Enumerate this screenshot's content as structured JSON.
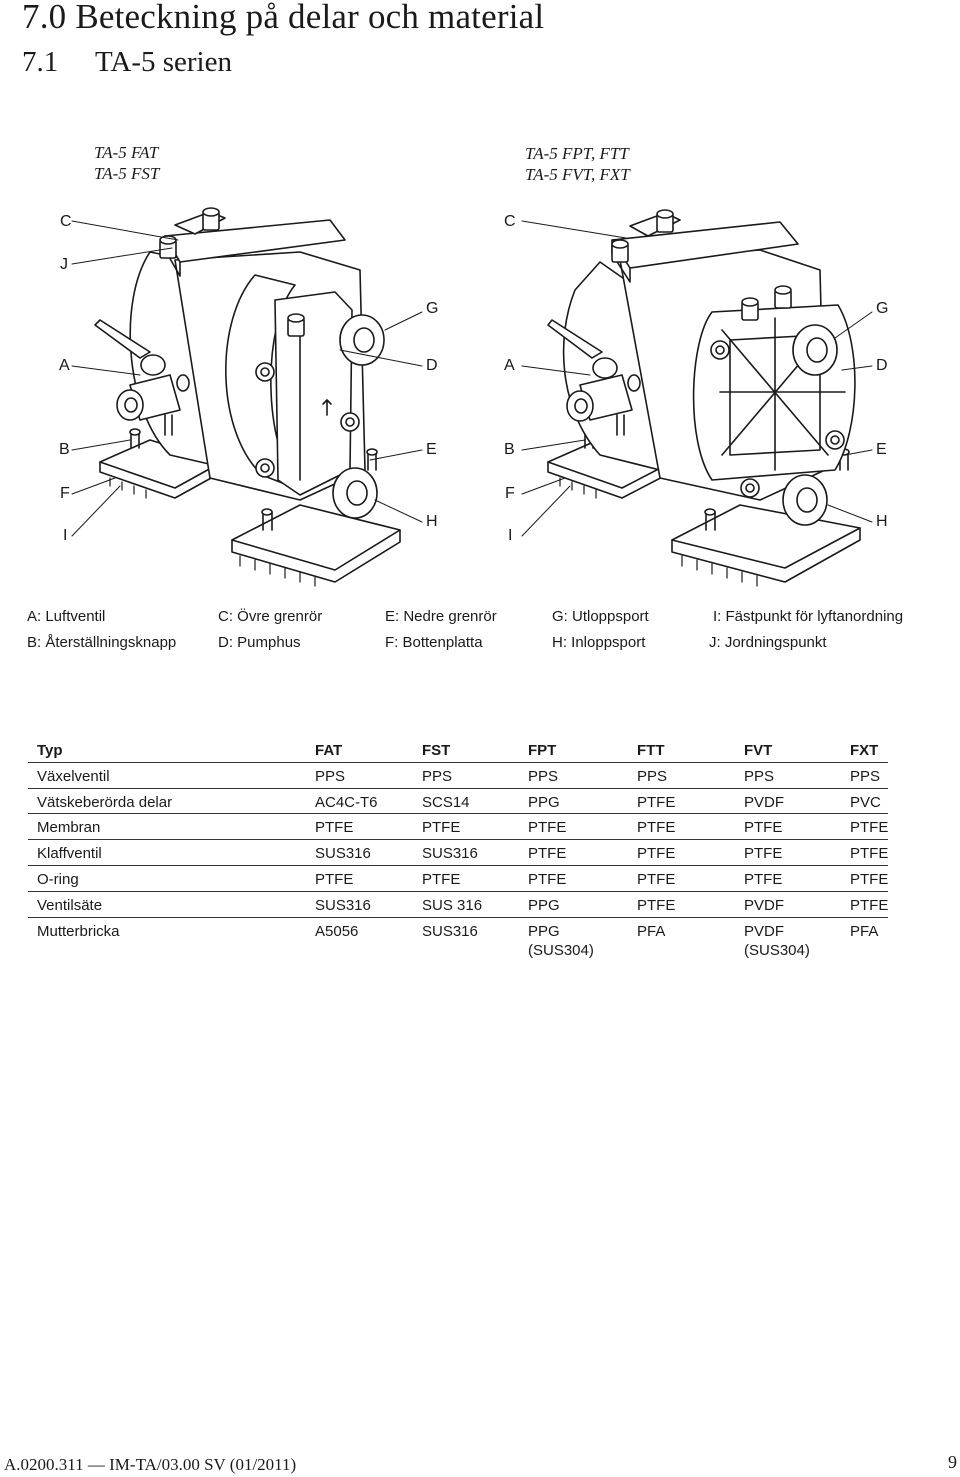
{
  "heading": {
    "section_number": "7.0",
    "section_title": "Beteckning på delar och material",
    "sub_number": "7.1",
    "sub_title": "TA-5 serien"
  },
  "captions": {
    "left_line1": "TA-5 FAT",
    "left_line2": "TA-5 FST",
    "right_line1": "TA-5 FPT, FTT",
    "right_line2": "TA-5 FVT, FXT"
  },
  "callouts": {
    "A": "A",
    "B": "B",
    "C": "C",
    "D": "D",
    "E": "E",
    "F": "F",
    "G": "G",
    "H": "H",
    "I": "I",
    "J": "J"
  },
  "legend": [
    [
      "A: Luftventil",
      "C: Övre grenrör",
      "E: Nedre grenrör",
      "G: Utloppsport",
      "I: Fästpunkt för lyftanordning"
    ],
    [
      "B: Återställningsknapp",
      "D: Pumphus",
      "F: Bottenplatta",
      "H: Inloppsport",
      "J: Jordningspunkt"
    ]
  ],
  "table": {
    "headers": [
      "Typ",
      "FAT",
      "FST",
      "FPT",
      "FTT",
      "FVT",
      "FXT"
    ],
    "rows": [
      [
        "Växelventil",
        "PPS",
        "PPS",
        "PPS",
        "PPS",
        "PPS",
        "PPS"
      ],
      [
        "Vätskeberörda delar",
        "AC4C-T6",
        "SCS14",
        "PPG",
        "PTFE",
        "PVDF",
        "PVC"
      ],
      [
        "Membran",
        "PTFE",
        "PTFE",
        "PTFE",
        "PTFE",
        "PTFE",
        "PTFE"
      ],
      [
        "Klaffventil",
        "SUS316",
        "SUS316",
        "PTFE",
        "PTFE",
        "PTFE",
        "PTFE"
      ],
      [
        "O-ring",
        "PTFE",
        "PTFE",
        "PTFE",
        "PTFE",
        "PTFE",
        "PTFE"
      ],
      [
        "Ventilsäte",
        "SUS316",
        "SUS 316",
        "PPG",
        "PTFE",
        "PVDF",
        "PTFE"
      ],
      [
        "Mutterbricka",
        "A5056",
        "SUS316",
        "PPG",
        "PFA",
        "PVDF",
        "PFA"
      ]
    ],
    "last_row_extra": [
      "",
      "",
      "",
      "(SUS304)",
      "",
      "(SUS304)",
      ""
    ]
  },
  "footer": {
    "doc_code": "A.0200.311 — IM-TA/03.00 SV (01/2011)",
    "page_number": "9"
  }
}
